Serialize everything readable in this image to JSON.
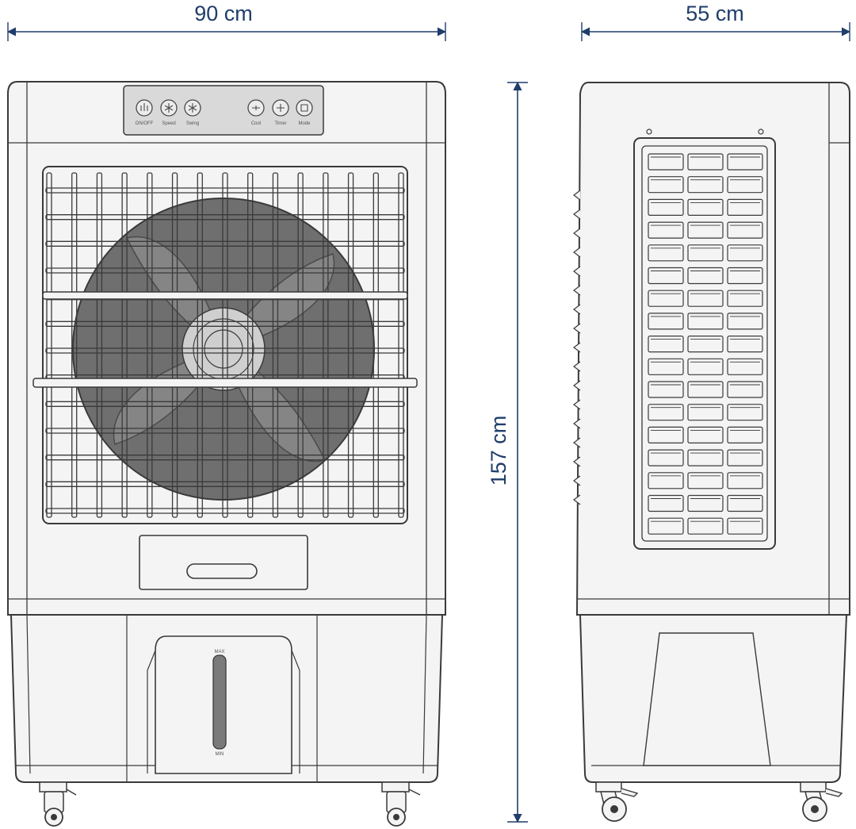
{
  "dimensions": {
    "width": "90 cm",
    "depth": "55 cm",
    "height": "157 cm"
  },
  "control_panel": {
    "buttons": [
      {
        "label": "ON/OFF",
        "icon": "power-icon"
      },
      {
        "label": "Speed",
        "icon": "fan-speed-icon"
      },
      {
        "label": "Swing",
        "icon": "snowflake-icon"
      },
      {
        "label": "Cool",
        "icon": "cool-icon"
      },
      {
        "label": "Timer",
        "icon": "timer-icon"
      },
      {
        "label": "Mode",
        "icon": "mode-icon"
      }
    ]
  },
  "water_gauge": {
    "max_label": "MAX",
    "min_label": "MIN"
  },
  "colors": {
    "dimension_line": "#1f3d6b",
    "outline": "#3a3a3a",
    "body_fill": "#f4f4f4",
    "fan_fill": "#6f6f6f",
    "panel_fill": "#d9d9d9"
  }
}
